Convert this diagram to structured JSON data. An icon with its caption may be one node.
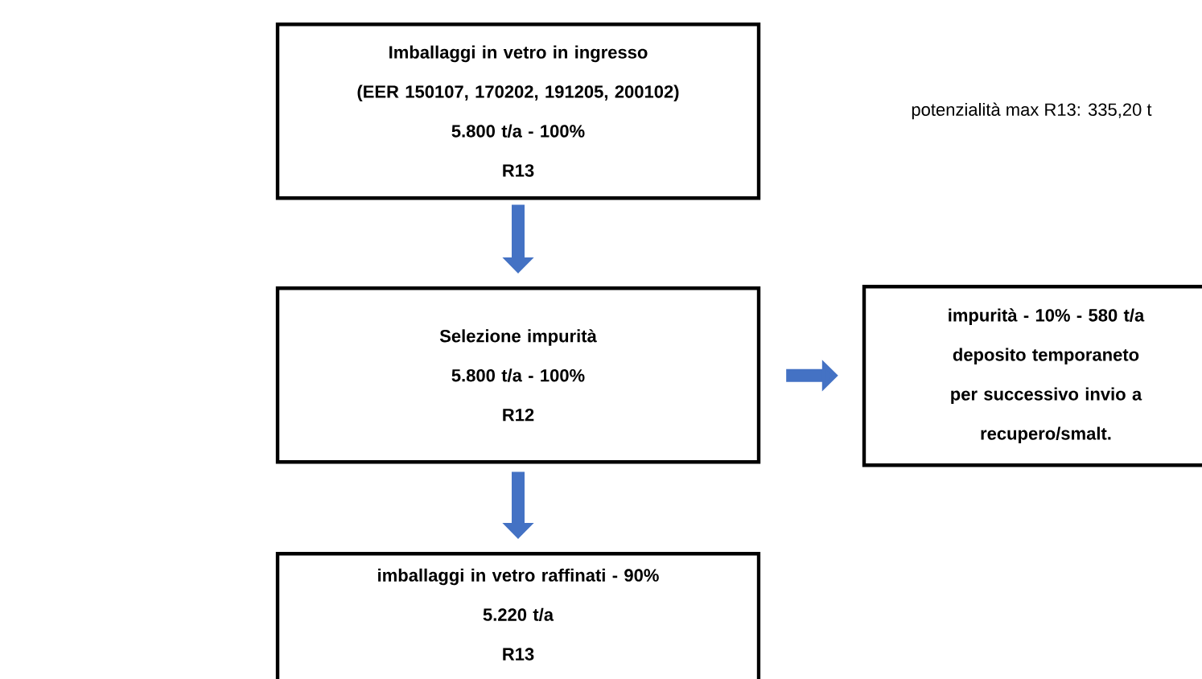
{
  "diagram": {
    "nodes": [
      {
        "text": [
          "Imballaggi in vetro in ingresso",
          "(EER 150107, 170202, 191205, 200102)",
          "5.800 t/a - 100%",
          "R13"
        ]
      },
      {
        "text": [
          "Selezione impurità",
          "5.800 t/a - 100%",
          "R12"
        ]
      },
      {
        "text": [
          "impurità - 10% - 580 t/a",
          "deposito temporaneto",
          "per successivo invio a",
          "recupero/smalt."
        ]
      },
      {
        "text": [
          "imballaggi in vetro raffinati - 90%",
          "5.220 t/a",
          "R13"
        ]
      }
    ],
    "edges": [
      {
        "from": 0,
        "to": 1,
        "arrow": "to"
      },
      {
        "from": 1,
        "to": 2,
        "arrow": "to"
      },
      {
        "from": 1,
        "to": 3,
        "arrow": "to"
      }
    ],
    "labels": [
      "potenzialità max R13:  335,20 t"
    ]
  }
}
